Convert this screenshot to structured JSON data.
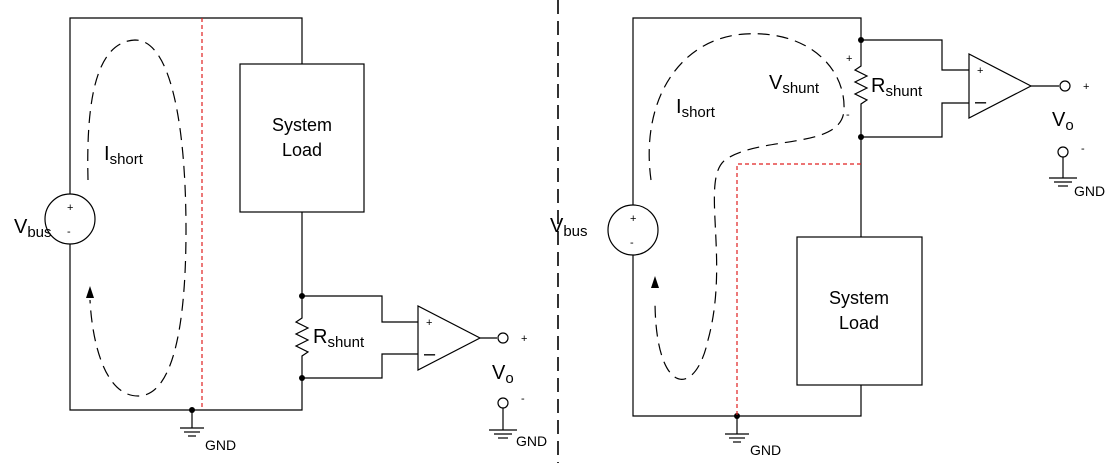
{
  "diagram": {
    "left": {
      "source_label": "V",
      "source_sub": "bus",
      "current_label": "I",
      "current_sub": "short",
      "load_line1": "System",
      "load_line2": "Load",
      "shunt_label": "R",
      "shunt_sub": "shunt",
      "output_label": "V",
      "output_sub": "o",
      "plus": "+",
      "minus": "-",
      "opamp_plus": "+",
      "opamp_minus": "–",
      "gnd_main": "GND",
      "gnd_out": "GND"
    },
    "right": {
      "source_label": "V",
      "source_sub": "bus",
      "current_label": "I",
      "current_sub": "short",
      "load_line1": "System",
      "load_line2": "Load",
      "shunt_label": "R",
      "shunt_sub": "shunt",
      "vshunt_label": "V",
      "vshunt_sub": "shunt",
      "output_label": "V",
      "output_sub": "o",
      "plus": "+",
      "minus": "-",
      "opamp_plus": "+",
      "opamp_minus": "–",
      "gnd_main": "GND",
      "gnd_out": "GND"
    }
  }
}
